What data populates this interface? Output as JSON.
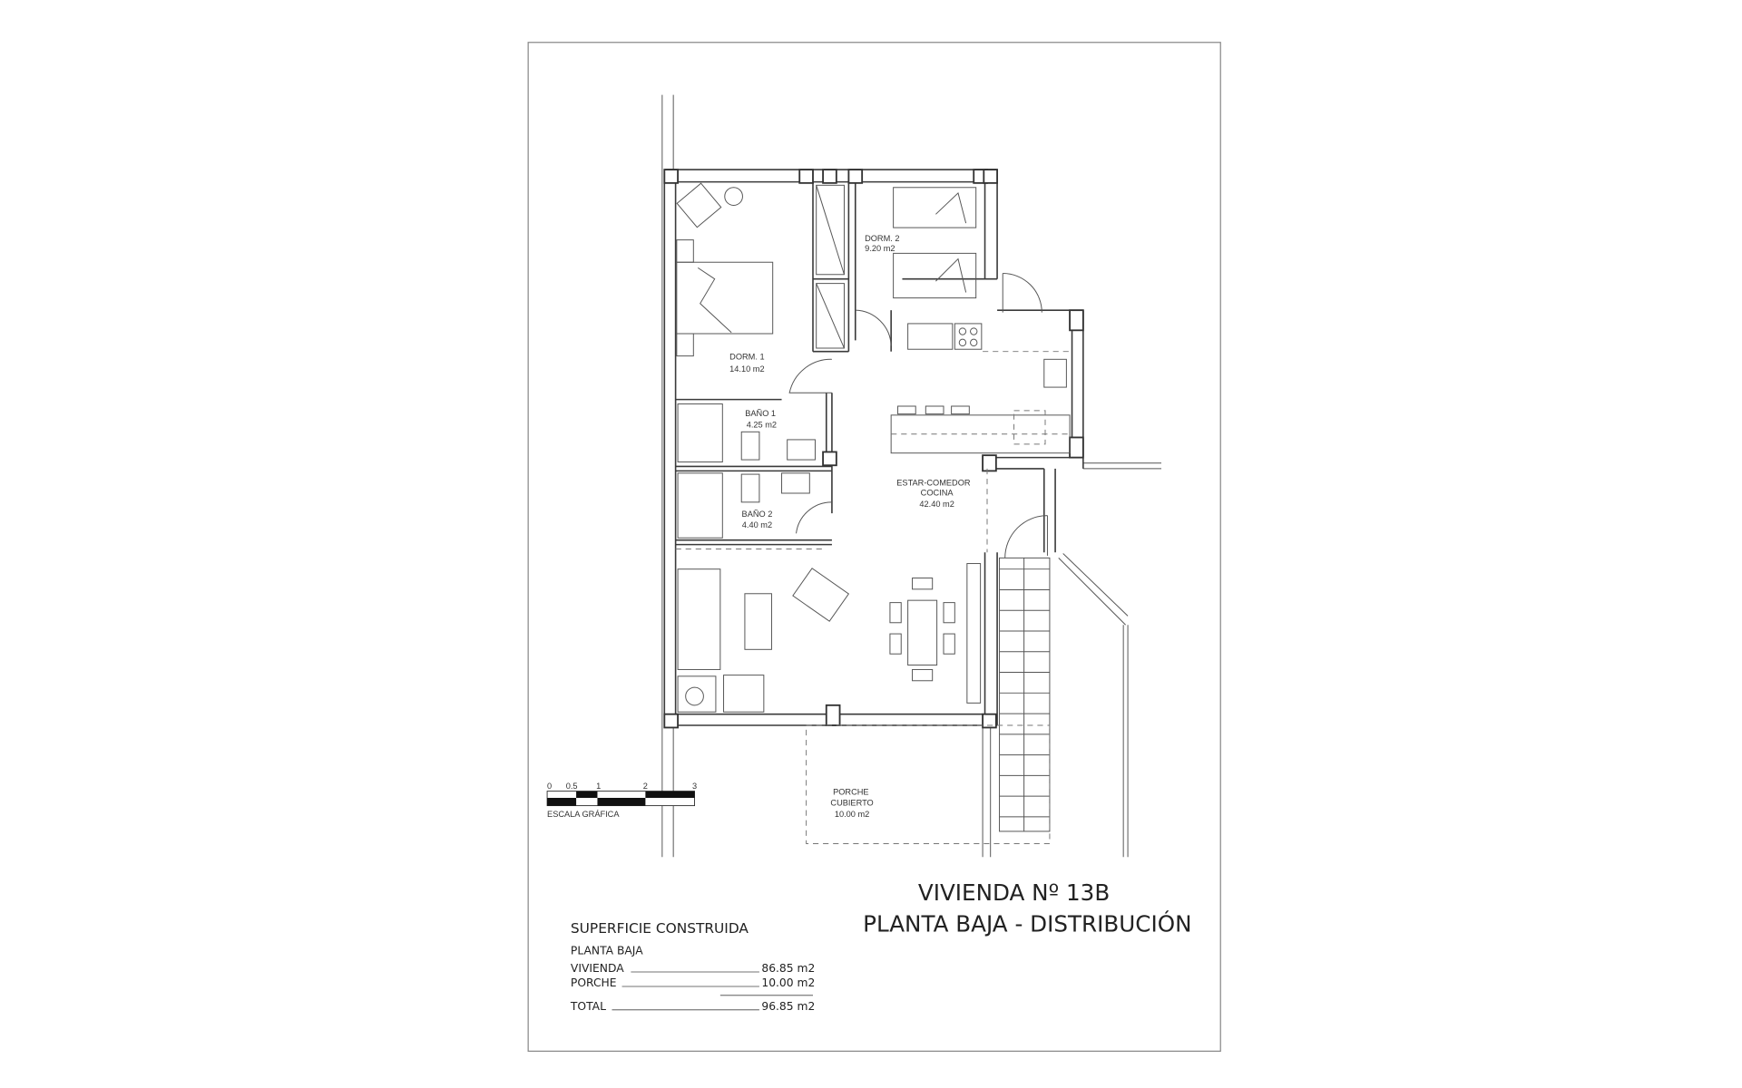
{
  "title": {
    "line1": "VIVIENDA Nº 13B",
    "line2": "PLANTA BAJA - DISTRIBUCIÓN"
  },
  "rooms": [
    {
      "name": "DORM. 1",
      "area": "14.10 m2"
    },
    {
      "name": "DORM. 2",
      "area": "9.20 m2"
    },
    {
      "name": "BAÑO 1",
      "area": "4.25 m2"
    },
    {
      "name": "BAÑO 2",
      "area": "4.40 m2"
    },
    {
      "name": "ESTAR-COMEDOR",
      "name2": "COCINA",
      "area": "42.40 m2"
    },
    {
      "name": "PORCHE",
      "name2": "CUBIERTO",
      "area": "10.00 m2"
    }
  ],
  "scale_bar": {
    "ticks": [
      "0",
      "0.5",
      "1",
      "2",
      "3"
    ],
    "label": "ESCALA GRÁFICA"
  },
  "surface": {
    "heading": "SUPERFICIE CONSTRUIDA",
    "subheading": "PLANTA BAJA",
    "rows": [
      {
        "label": "VIVIENDA",
        "value": "86.85 m2"
      },
      {
        "label": "PORCHE",
        "value": "10.00 m2"
      },
      {
        "label": "TOTAL",
        "value": "96.85 m2"
      }
    ]
  }
}
